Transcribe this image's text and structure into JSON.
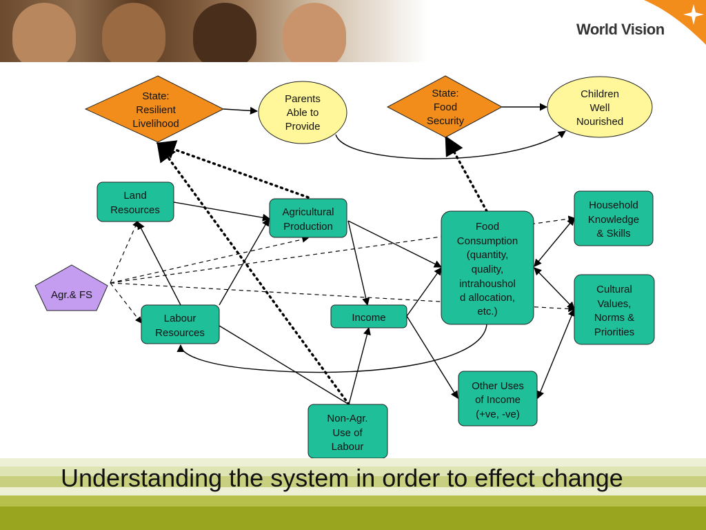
{
  "brand": {
    "name": "World Vision"
  },
  "title": "Understanding the system in order to effect change",
  "colors": {
    "state_fill": "#f28c1b",
    "outcome_fill": "#fff799",
    "factor_fill": "#1fbf9a",
    "intervention_fill": "#c49cf0",
    "footer_olive": "#9aa51f"
  },
  "nodes": {
    "state_livelihood": {
      "lines": [
        "State:",
        "Resilient",
        "Livelihood"
      ]
    },
    "parents_provide": {
      "lines": [
        "Parents",
        "Able to",
        "Provide"
      ]
    },
    "state_food_security": {
      "lines": [
        "State:",
        "Food",
        "Security"
      ]
    },
    "children_nourished": {
      "lines": [
        "Children",
        "Well",
        "Nourished"
      ]
    },
    "land_resources": {
      "lines": [
        "Land",
        "Resources"
      ]
    },
    "agricultural_production": {
      "lines": [
        "Agricultural",
        "Production"
      ]
    },
    "food_consumption": {
      "lines": [
        "Food",
        "Consumption",
        "(quantity,",
        "quality,",
        "intrahoushol",
        "d allocation,",
        "etc.)"
      ]
    },
    "household_knowledge": {
      "lines": [
        "Household",
        "Knowledge",
        "& Skills"
      ]
    },
    "agr_fs": {
      "lines": [
        "Agr.& FS"
      ]
    },
    "labour_resources": {
      "lines": [
        "Labour",
        "Resources"
      ]
    },
    "income": {
      "lines": [
        "Income"
      ]
    },
    "cultural_values": {
      "lines": [
        "Cultural",
        "Values,",
        "Norms &",
        "Priorities"
      ]
    },
    "other_uses": {
      "lines": [
        "Other Uses",
        "of Income",
        "(+ve, -ve)"
      ]
    },
    "non_agr_labour": {
      "lines": [
        "Non-Agr.",
        "Use of",
        "Labour"
      ]
    }
  }
}
